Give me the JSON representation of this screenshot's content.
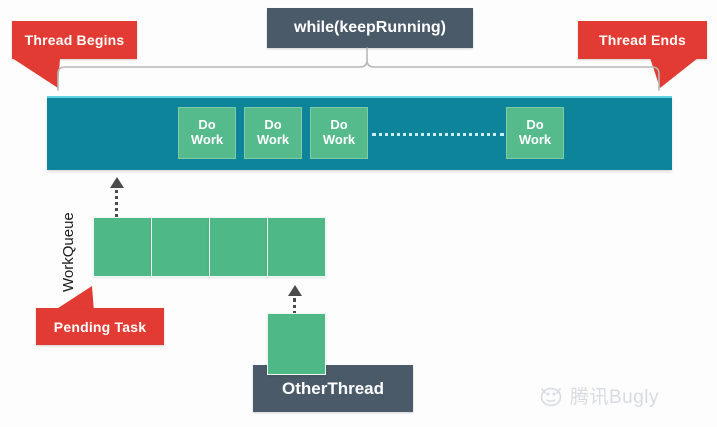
{
  "diagram": {
    "title_callouts": {
      "thread_begins": "Thread Begins",
      "thread_ends": "Thread Ends",
      "pending_task": "Pending Task"
    },
    "loop_label": "while(keepRunning)",
    "thread_bar": {
      "name": "main-thread-lifeline",
      "color": "#0d8499",
      "highlight_color": "#5fd3e0"
    },
    "do_work_blocks": [
      {
        "line1": "Do",
        "line2": "Work"
      },
      {
        "line1": "Do",
        "line2": "Work"
      },
      {
        "line1": "Do",
        "line2": "Work"
      },
      {
        "line1": "Do",
        "line2": "Work"
      }
    ],
    "work_queue": {
      "label": "WorkQueue",
      "cell_count": 4,
      "cells": [
        {
          "id": "queue-cell-1"
        },
        {
          "id": "queue-cell-2"
        },
        {
          "id": "queue-cell-3"
        },
        {
          "id": "queue-cell-4"
        }
      ],
      "color": "#4fb887"
    },
    "other_thread": {
      "label": "OtherThread",
      "color": "#4a5a68",
      "task_color": "#55bb8d"
    },
    "colors": {
      "accent_red": "#e23b33",
      "slate": "#4a5a68",
      "teal": "#0d8499",
      "green": "#55bb8d",
      "background": "#fdfdfd"
    }
  },
  "watermark": {
    "text": "腾讯Bugly",
    "icon": "penguin-icon"
  }
}
